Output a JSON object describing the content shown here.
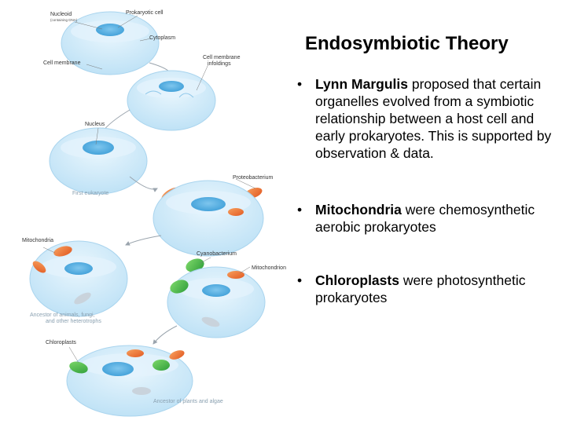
{
  "slide": {
    "title": "Endosymbiotic Theory",
    "bullets": [
      {
        "lead": "Lynn Margulis",
        "rest": " proposed that certain organelles evolved from a symbiotic relationship between a host cell and early prokaryotes. This is supported by observation & data."
      },
      {
        "lead": "Mitochondria",
        "rest": " were chemosynthetic aerobic prokaryotes"
      },
      {
        "lead": "Chloroplasts",
        "rest": " were photosynthetic prokaryotes"
      }
    ]
  },
  "diagram": {
    "labels": {
      "nucleoid": "Nucleoid",
      "nucleoid_sub": "(containing DNA)",
      "prokaryotic_cell": "Prokaryotic cell",
      "cytoplasm": "Cytoplasm",
      "cell_membrane": "Cell membrane",
      "cell_membrane_infoldings_1": "Cell membrane",
      "cell_membrane_infoldings_2": "infoldings",
      "nucleus": "Nucleus",
      "proteobacterium": "Proteobacterium",
      "first_eukaryote": "First eukaryote",
      "mitochondria": "Mitochondria",
      "cyanobacterium": "Cyanobacterium",
      "mitochondrion": "Mitochondrion",
      "ancestor_animals_1": "Ancestor of animals, fungi,",
      "ancestor_animals_2": "and other heterotrophs",
      "chloroplasts": "Chloroplasts",
      "ancestor_plants": "Ancestor of plants and algae"
    },
    "colors": {
      "cell": "#cfe9f8",
      "cell_edge": "#a9d4ee",
      "nucleus": "#5fb3e3",
      "mitochondria": "#f07a3a",
      "chloroplast": "#4cbf4a",
      "arrow": "#9aa4ad"
    }
  }
}
